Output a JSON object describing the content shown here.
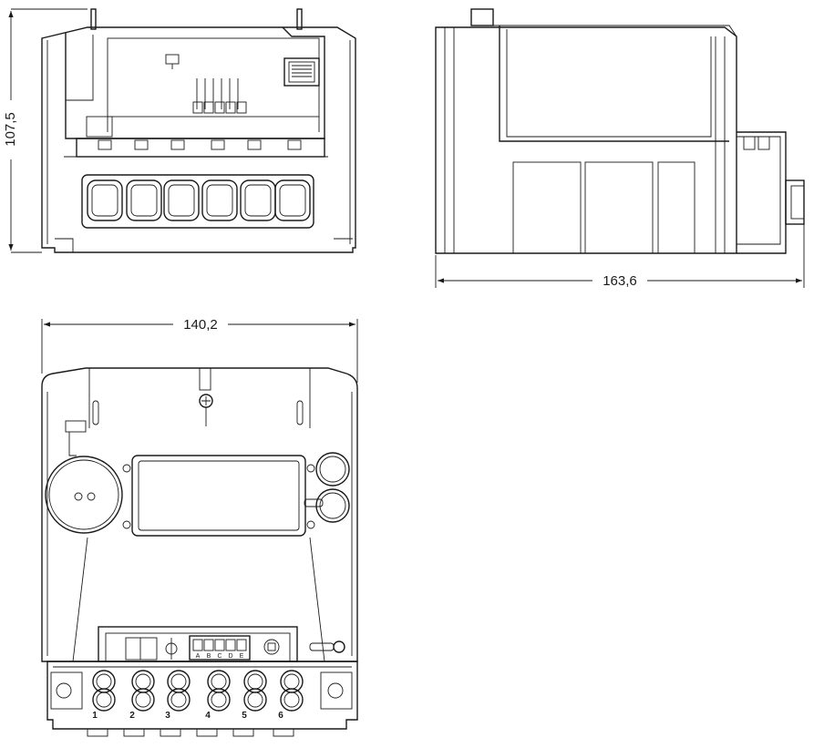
{
  "dimensions": {
    "height": "107,5",
    "depth": "163,6",
    "width": "140,2"
  },
  "terminals": [
    "1",
    "2",
    "3",
    "4",
    "5",
    "6"
  ],
  "connector_letters": [
    "A",
    "B",
    "C",
    "D",
    "E"
  ],
  "colors": {
    "line": "#1a1a1a",
    "background": "#ffffff"
  }
}
